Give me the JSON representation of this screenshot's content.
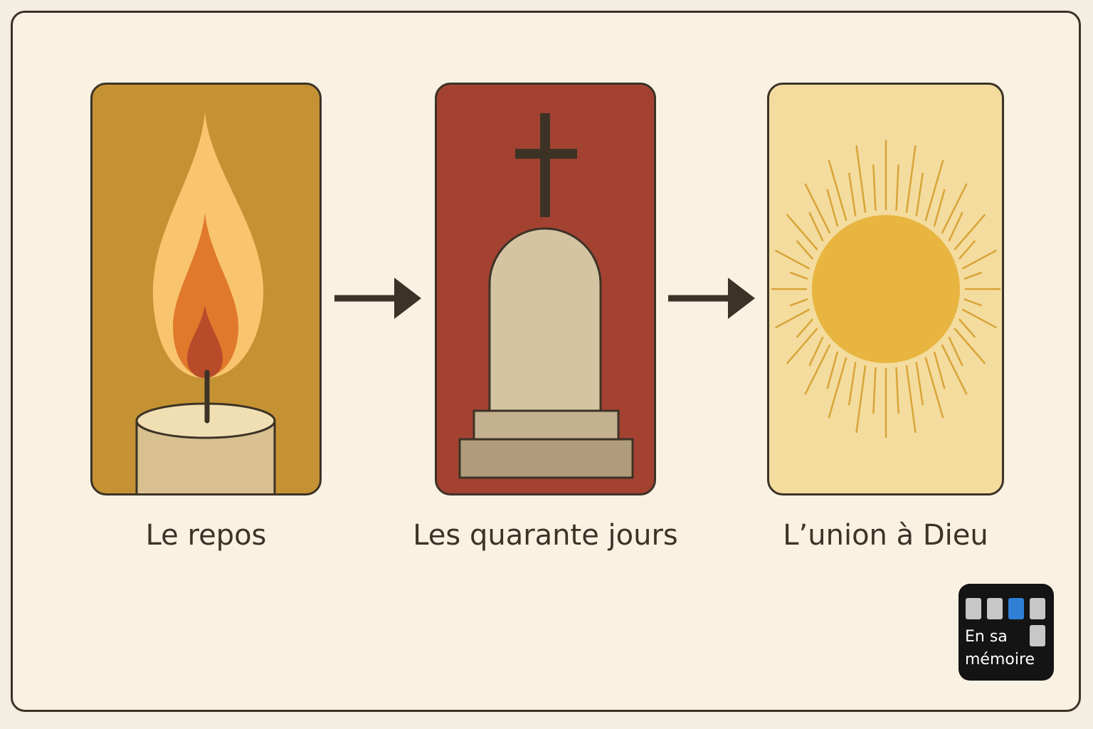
{
  "steps": [
    {
      "label": "Le repos",
      "icon": "candle-icon"
    },
    {
      "label": "Les quarante jours",
      "icon": "tombstone-icon"
    },
    {
      "label": "L’union à Dieu",
      "icon": "sun-icon"
    }
  ],
  "logo": {
    "line1": "En sa",
    "line2": "mémoire"
  },
  "colors": {
    "background": "#f9f2e3",
    "outline": "#3c3326",
    "card_candle": "#c59233",
    "card_tomb": "#a44232",
    "card_sun": "#f3dc9e",
    "sun": "#e8b540",
    "logo_accent": "#2f7fd6"
  }
}
